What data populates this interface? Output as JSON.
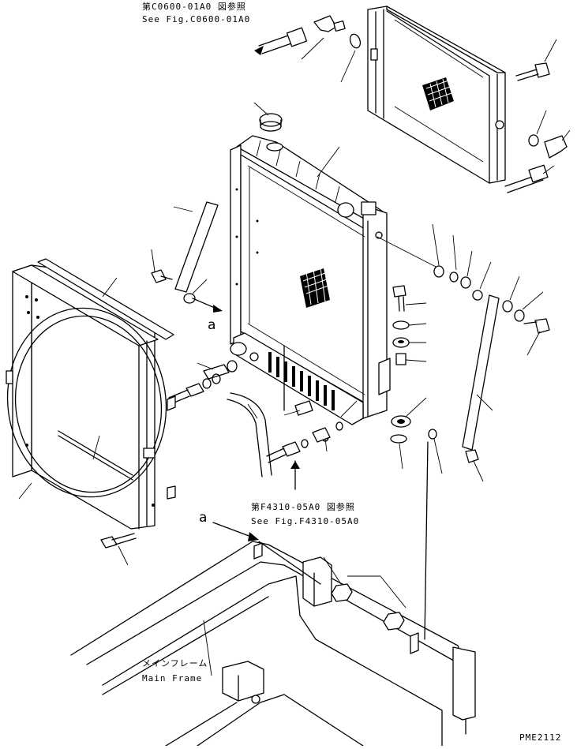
{
  "references": {
    "top_ref_jp": "第C0600-01A0 図参照",
    "top_ref_en": "See Fig.C0600-01A0",
    "mid_ref_jp": "第F4310-05A0 図参照",
    "mid_ref_en": "See Fig.F4310-05A0"
  },
  "frame_label": {
    "jp": "メインフレーム",
    "en": "Main Frame"
  },
  "view_marker": "a",
  "drawing_code": "PME2112"
}
